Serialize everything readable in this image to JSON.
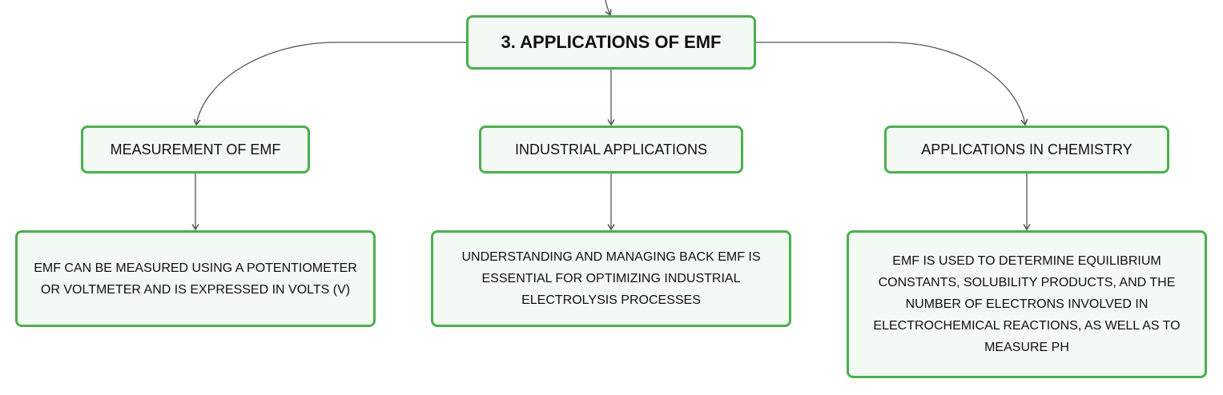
{
  "root": {
    "label": "3. APPLICATIONS OF EMF"
  },
  "branches": [
    {
      "label": "MEASUREMENT OF EMF",
      "detail": "EMF CAN BE MEASURED USING A POTENTIOMETER OR VOLTMETER AND IS EXPRESSED IN VOLTS (V)"
    },
    {
      "label": "INDUSTRIAL APPLICATIONS",
      "detail": "UNDERSTANDING AND MANAGING BACK EMF IS ESSENTIAL FOR OPTIMIZING INDUSTRIAL ELECTROLYSIS PROCESSES"
    },
    {
      "label": "APPLICATIONS IN CHEMISTRY",
      "detail": "EMF IS USED TO DETERMINE EQUILIBRIUM CONSTANTS, SOLUBILITY PRODUCTS, AND THE NUMBER OF ELECTRONS INVOLVED IN ELECTROCHEMICAL REACTIONS, AS WELL AS TO MEASURE PH"
    }
  ],
  "colors": {
    "node_border": "#4caf50",
    "node_fill": "#f3f9f3",
    "connector": "#555555"
  }
}
